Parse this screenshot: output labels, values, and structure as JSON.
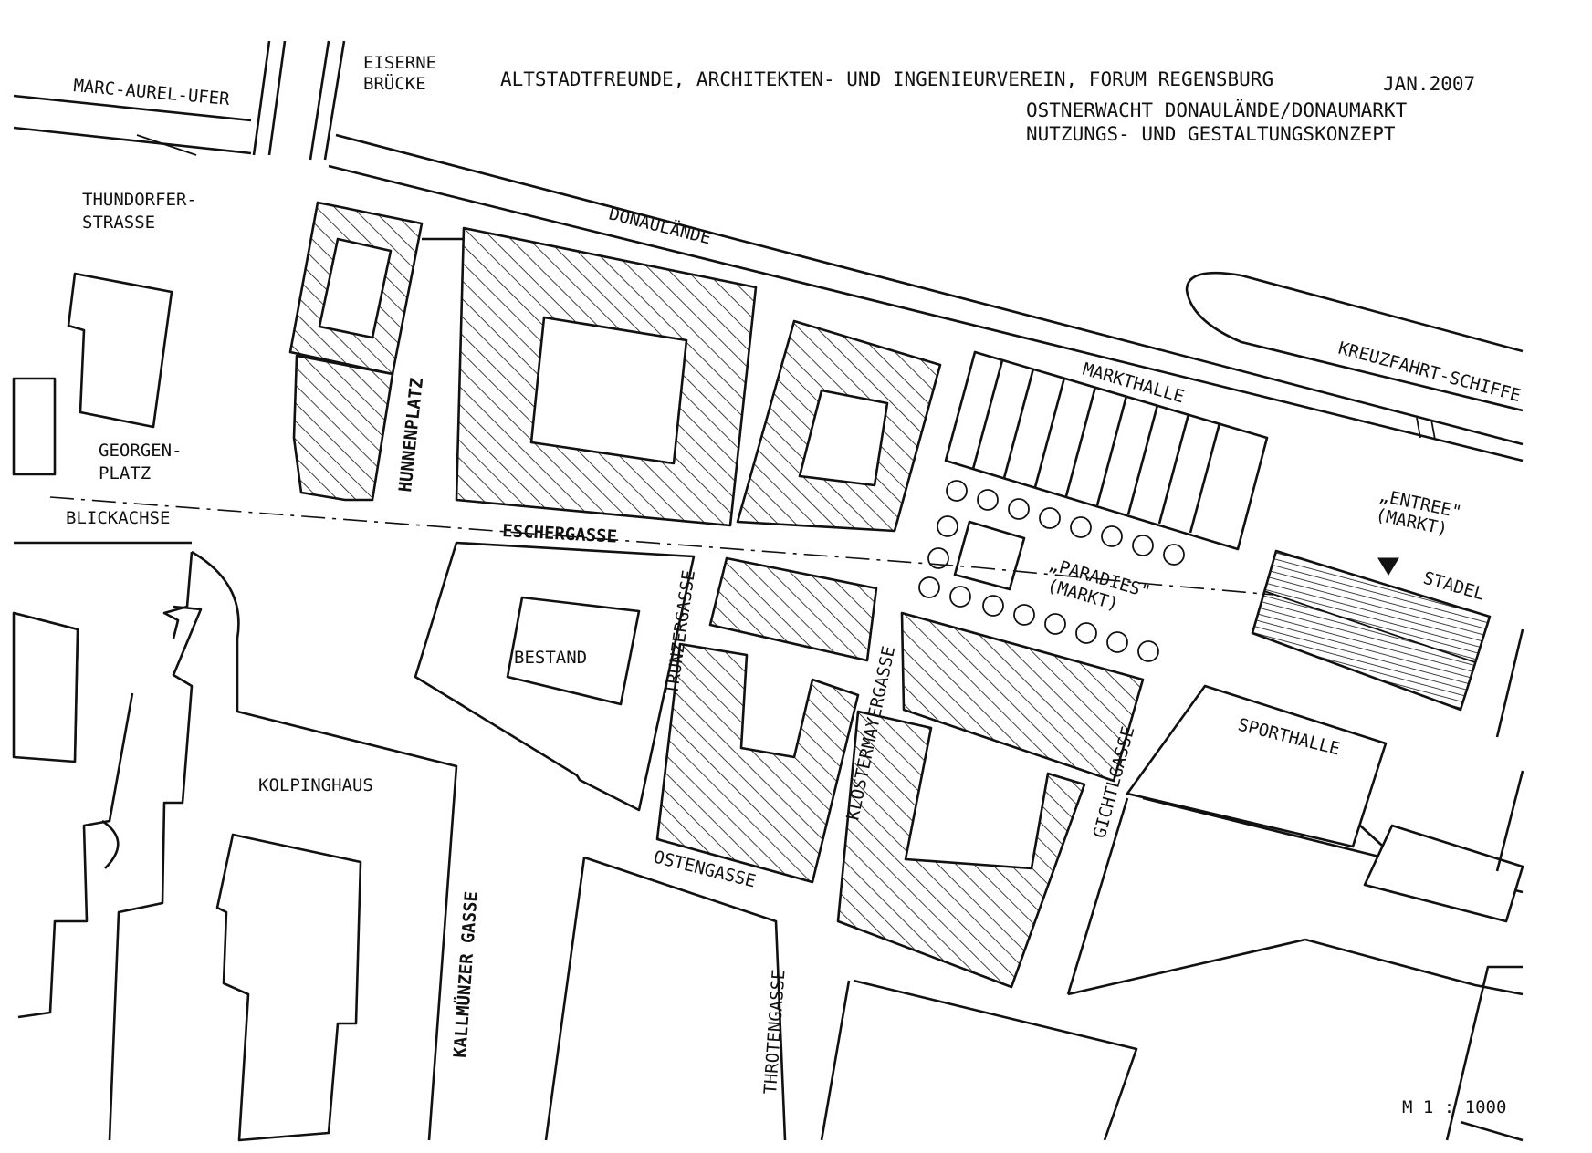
{
  "header": {
    "line1": "ALTSTADTFREUNDE, ARCHITEKTEN- UND INGENIEURVEREIN, FORUM REGENSBURG",
    "date": "JAN.2007",
    "line2": "OSTNERWACHT  DONAULÄNDE/DONAUMARKT",
    "line3": "NUTZUNGS- UND GESTALTUNGSKONZEPT"
  },
  "labels": {
    "eiserne": "EISERNE",
    "bruecke": "BRÜCKE",
    "marc_aurel_ufer": "MARC-AUREL-UFER",
    "thundorfer1": "THUNDORFER-",
    "thundorfer2": "STRASSE",
    "georgen1": "GEORGEN-",
    "georgen2": "PLATZ",
    "blickachse": "BLICKACHSE",
    "hunnenplatz": "HUNNENPLATZ",
    "donaulaende": "DONAULÄNDE",
    "kreuzfahrt": "KREUZFAHRT-SCHIFFE",
    "markthalle": "MARKTHALLE",
    "entree1": "„ENTREE\"",
    "entree2": "(MARKT)",
    "stadel": "STADEL",
    "eschergasse": "ESCHERGASSE",
    "paradies1": "„PARADIES\"",
    "paradies2": "(MARKT)",
    "bestand": "BESTAND",
    "trunzergasse": "TRUNZERGASSE",
    "klostermayergasse": "KLOSTERMAYERGASSE",
    "gichtlgasse": "GICHTLGASSE",
    "sporthalle": "SPORTHALLE",
    "kolpinghaus": "KOLPINGHAUS",
    "ostengasse": "OSTENGASSE",
    "kallmuenzer": "KALLMÜNZER GASSE",
    "throtengasse": "THROTENGASSE",
    "scale": "M 1 : 1000"
  },
  "colors": {
    "ink": "#111111",
    "paper": "#ffffff"
  },
  "icons": {
    "entry_marker": "triangle-down-icon"
  }
}
